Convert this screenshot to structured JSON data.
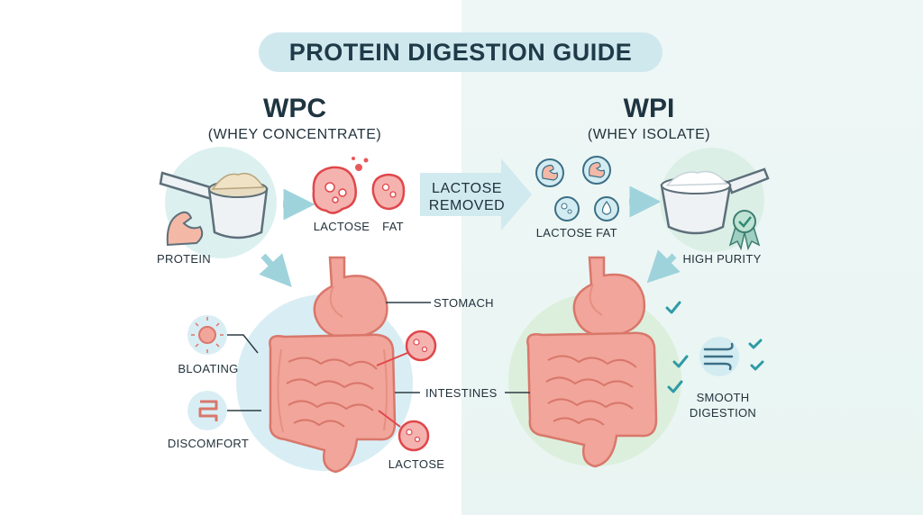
{
  "title": "PROTEIN DIGESTION GUIDE",
  "left": {
    "heading": "WPC",
    "subheading": "(WHEY CONCENTRATE)",
    "protein_label": "PROTEIN",
    "lactose_label": "LACTOSE",
    "fat_label": "FAT",
    "stomach_label": "STOMACH",
    "intestines_label": "INTESTINES",
    "bloating_label": "BLOATING",
    "discomfort_label": "DISCOMFORT",
    "intestine_lactose_label": "LACTOSE"
  },
  "middle": {
    "arrow_label_line1": "LACTOSE",
    "arrow_label_line2": "REMOVED"
  },
  "right": {
    "heading": "WPI",
    "subheading": "(WHEY ISOLATE)",
    "lactose_label": "LACTOSE",
    "fat_label": "FAT",
    "purity_label": "HIGH PURITY",
    "smooth_line1": "SMOOTH",
    "smooth_line2": "DIGESTION"
  },
  "colors": {
    "accent_teal": "#9fd3dc",
    "lactose_red": "#e8585a",
    "organ_pink": "#f2a59a",
    "check_teal": "#2f9aa6",
    "bg_right": "#eaf6f3"
  },
  "icons": [
    "scoop-icon",
    "muscle-icon",
    "lactose-icon",
    "fat-icon",
    "stomach-icon",
    "intestines-icon",
    "bloating-icon",
    "discomfort-icon",
    "badge-icon",
    "checkmark-icon",
    "airflow-icon",
    "arrow-icon"
  ]
}
